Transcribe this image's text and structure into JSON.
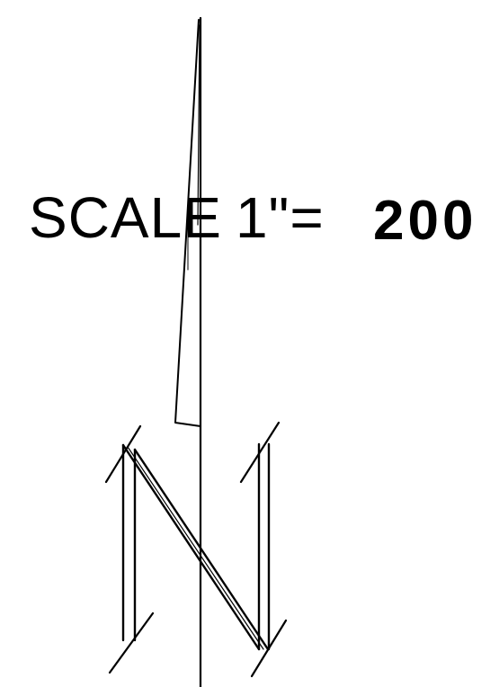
{
  "scale": {
    "label": "SCALE",
    "ratio": "1\"=",
    "value": "200"
  },
  "north_arrow": {
    "letter": "N",
    "icon": "north-arrow-icon"
  },
  "colors": {
    "ink": "#000000",
    "paper": "#ffffff"
  }
}
